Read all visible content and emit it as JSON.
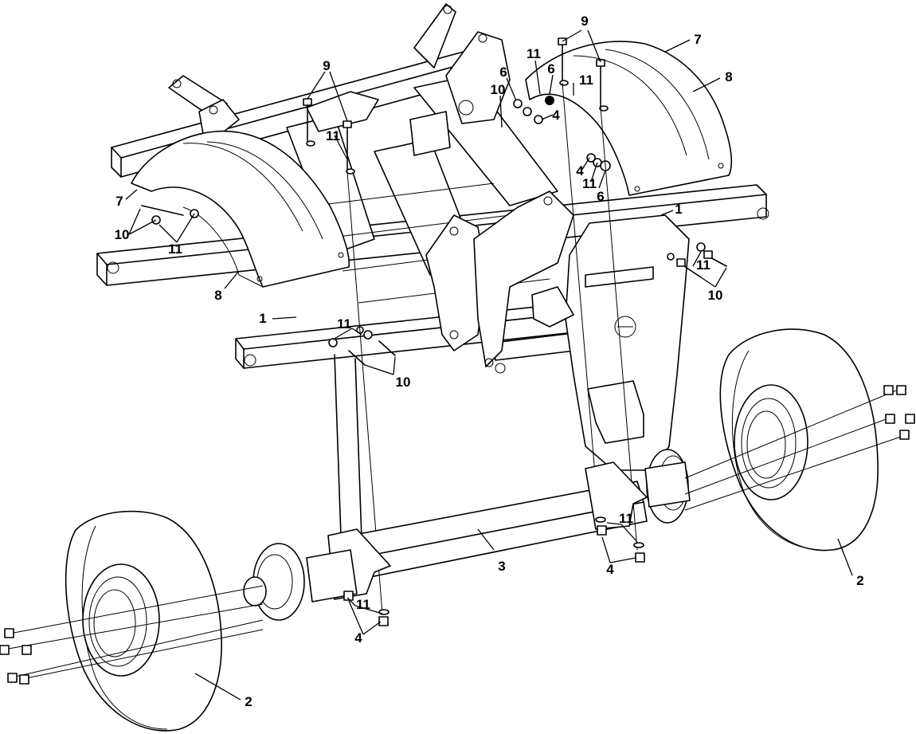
{
  "diagram": {
    "callouts": [
      {
        "label": "9"
      },
      {
        "label": "7"
      },
      {
        "label": "8"
      },
      {
        "label": "11"
      },
      {
        "label": "6"
      },
      {
        "label": "6"
      },
      {
        "label": "10"
      },
      {
        "label": "11"
      },
      {
        "label": "4"
      },
      {
        "label": "9"
      },
      {
        "label": "11"
      },
      {
        "label": "4"
      },
      {
        "label": "11"
      },
      {
        "label": "6"
      },
      {
        "label": "7"
      },
      {
        "label": "10"
      },
      {
        "label": "11"
      },
      {
        "label": "1"
      },
      {
        "label": "11"
      },
      {
        "label": "10"
      },
      {
        "label": "8"
      },
      {
        "label": "1"
      },
      {
        "label": "11"
      },
      {
        "label": "10"
      },
      {
        "label": "3"
      },
      {
        "label": "11"
      },
      {
        "label": "4"
      },
      {
        "label": "2"
      },
      {
        "label": "11"
      },
      {
        "label": "4"
      },
      {
        "label": "2"
      }
    ]
  }
}
